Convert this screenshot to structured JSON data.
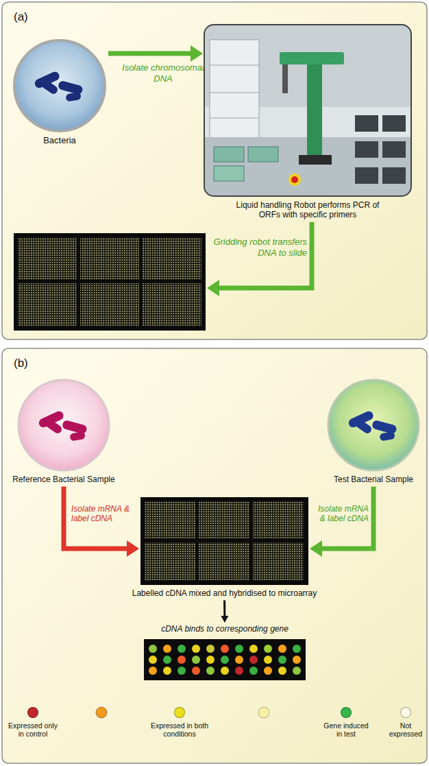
{
  "diagram": {
    "nodes": [
      {
        "text": [
          "(a)"
        ]
      },
      {
        "text": [
          "Bacteria"
        ],
        "in": 0
      },
      {
        "text": [
          "Liquid handling Robot performs PCR of ORFs with specific primers"
        ],
        "in": 0
      },
      {
        "text": [],
        "in": 0
      },
      {
        "text": [
          "(b)"
        ]
      },
      {
        "text": [
          "Reference Bacterial Sample"
        ],
        "in": 4
      },
      {
        "text": [
          "Test Bacterial Sample"
        ],
        "in": 4
      },
      {
        "text": [
          "Labelled cDNA mixed and hybridised to microarray"
        ],
        "in": 4
      },
      {
        "text": [
          "cDNA binds to corresponding gene"
        ],
        "in": 4
      }
    ],
    "edges": [
      {
        "from": 1,
        "to": 2,
        "arrow": "to",
        "label": "Isolate chromosomal DNA"
      },
      {
        "from": 2,
        "to": 3,
        "arrow": "to",
        "label": "Gridding robot transfers DNA to slide"
      },
      {
        "from": 5,
        "to": 7,
        "arrow": "to",
        "label": "Isolate mRNA & label cDNA"
      },
      {
        "from": 6,
        "to": 7,
        "arrow": "to",
        "label": "Isolate mRNA & label cDNA"
      },
      {
        "from": 7,
        "to": 8,
        "arrow": "to"
      }
    ],
    "legend": [
      {
        "text": "Expressed only in control",
        "color": "#c1272d"
      },
      {
        "text": "Expressed in both conditions",
        "color": "#ece01e"
      },
      {
        "text": "Gene induced in test",
        "color": "#39b54a"
      },
      {
        "text": "Not expressed",
        "color": "#fbfbe6"
      }
    ]
  }
}
